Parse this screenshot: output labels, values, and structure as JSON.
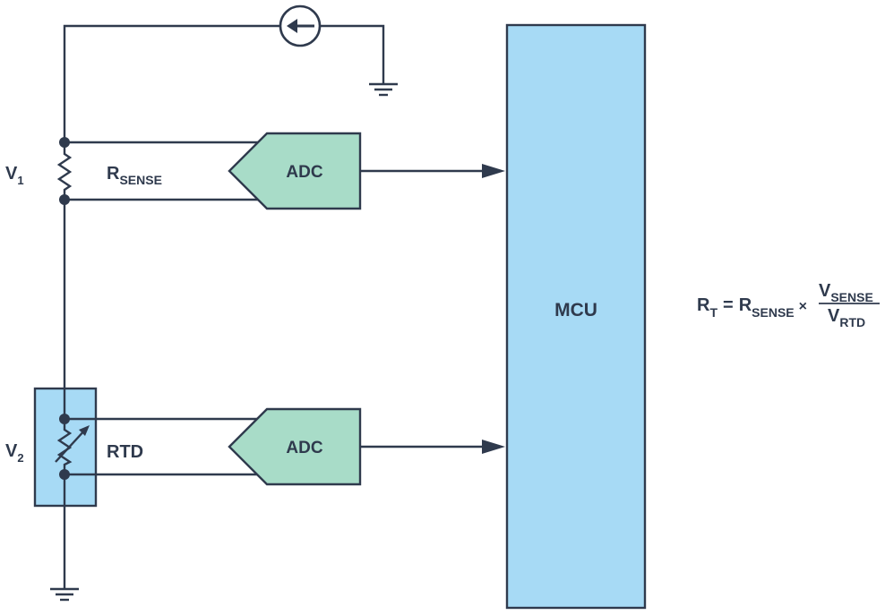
{
  "labels": {
    "v1_main": "V",
    "v1_sub": "1",
    "v2_main": "V",
    "v2_sub": "2",
    "rsense_main": "R",
    "rsense_sub": "SENSE",
    "rtd": "RTD",
    "adc_top": "ADC",
    "adc_bottom": "ADC",
    "mcu": "MCU"
  },
  "formula": {
    "lhs_main": "R",
    "lhs_sub": "T",
    "equals": "=",
    "r_main": "R",
    "r_sub": "SENSE",
    "times": "×",
    "num_main": "V",
    "num_sub": "SENSE",
    "den_main": "V",
    "den_sub": "RTD"
  },
  "colors": {
    "wire": "#2f3a4d",
    "adc_fill": "#a8dcc8",
    "mcu_fill": "#a7daf5",
    "rtd_box_fill": "#a7daf5"
  }
}
